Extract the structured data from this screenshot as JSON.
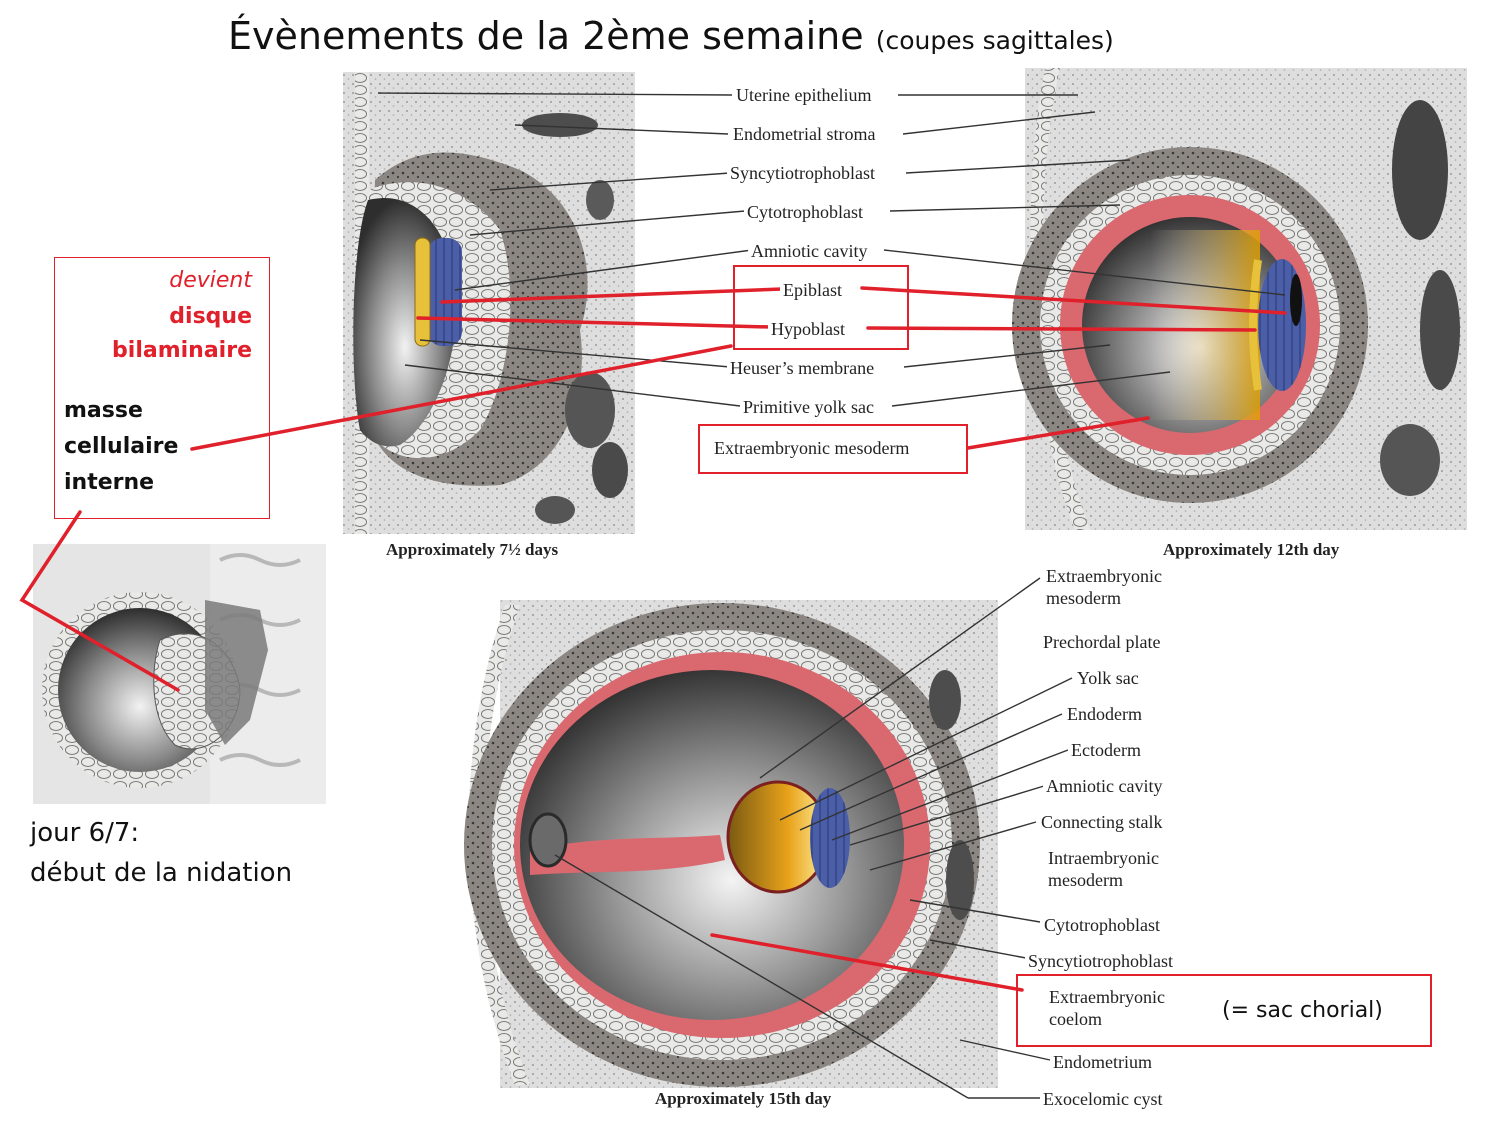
{
  "title": {
    "main": "Évènements de la 2ème semaine",
    "sub": "(coupes sagittales)"
  },
  "top_labels": [
    "Uterine epithelium",
    "Endometrial stroma",
    "Syncytiotrophoblast",
    "Cytotrophoblast",
    "Amniotic cavity",
    "Epiblast",
    "Hypoblast",
    "Heuser’s membrane",
    "Primitive yolk sac",
    "Extraembryonic mesoderm"
  ],
  "bottom_labels": {
    "extraembryonic_mesoderm_1": "Extraembryonic",
    "extraembryonic_mesoderm_2": "mesoderm",
    "prechordal_plate": "Prechordal plate",
    "yolk_sac": "Yolk sac",
    "endoderm": "Endoderm",
    "ectoderm": "Ectoderm",
    "amniotic_cavity": "Amniotic cavity",
    "connecting_stalk": "Connecting stalk",
    "intraembryonic_mesoderm_1": "Intraembryonic",
    "intraembryonic_mesoderm_2": "mesoderm",
    "cytotrophoblast": "Cytotrophoblast",
    "syncytiotrophoblast": "Syncytiotrophoblast",
    "extraembryonic_coelom_1": "Extraembryonic",
    "extraembryonic_coelom_2": "coelom",
    "sac_chorial": "(= sac chorial)",
    "endometrium": "Endometrium",
    "exocelomic_cyst": "Exocelomic cyst"
  },
  "captions": {
    "day7": "Approximately 7½ days",
    "day12": "Approximately 12th day",
    "day15": "Approximately 15th day"
  },
  "annotation_box": {
    "devient": "devient",
    "disque": "disque",
    "bilaminaire": "bilaminaire",
    "masse": "masse",
    "cellulaire": "cellulaire",
    "interne": "interne"
  },
  "nidation_note": {
    "line1": "jour 6/7:",
    "line2": "début de la nidation"
  },
  "colors": {
    "highlight_red": "#e0202a",
    "mesoderm_pink": "#d9686f",
    "epiblast_blue": "#4a5fa8",
    "hypoblast_yellow": "#e8b21a",
    "tissue_gray": "#8a8580",
    "stroma_light": "#dcdcdc"
  }
}
